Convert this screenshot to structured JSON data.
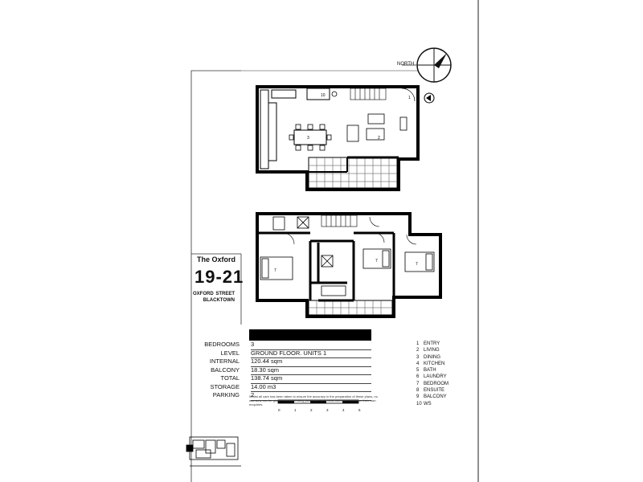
{
  "building": {
    "name": "The Oxford",
    "number": "19-21",
    "street_word1": "OXFORD",
    "street_word2": "STREET",
    "suburb": "BLACKTOWN"
  },
  "north_label": "NORTH",
  "specs": [
    {
      "label": "BEDROOMS",
      "value": "3"
    },
    {
      "label": "LEVEL",
      "value": "GROUND FLOOR. UNITS 1"
    },
    {
      "label": "INTERNAL",
      "value": "120.44 sqm"
    },
    {
      "label": "BALCONY",
      "value": "18.30 sqm"
    },
    {
      "label": "TOTAL",
      "value": "138.74 sqm"
    },
    {
      "label": "STORAGE",
      "value": "14.00 m3"
    },
    {
      "label": "PARKING",
      "value": "2"
    }
  ],
  "legend": [
    {
      "num": "1",
      "label": "ENTRY"
    },
    {
      "num": "2",
      "label": "LIVING"
    },
    {
      "num": "3",
      "label": "DINING"
    },
    {
      "num": "4",
      "label": "KITCHEN"
    },
    {
      "num": "5",
      "label": "BATH"
    },
    {
      "num": "6",
      "label": "LAUNDRY"
    },
    {
      "num": "7",
      "label": "BEDROOM"
    },
    {
      "num": "8",
      "label": "ENSUITE"
    },
    {
      "num": "9",
      "label": "BALCONY"
    },
    {
      "num": "10",
      "label": "WS"
    }
  ],
  "note": "Whilst all care has been taken to ensure the accuracy in the preparation of these plans, no warranty can be given to any intending purchaser who must therefore rely upon their own enquiries.",
  "scale_ticks": [
    "0",
    "1",
    "2",
    "3",
    "4",
    "5"
  ],
  "room_labels": {
    "upper_dining": "3",
    "upper_living": "2",
    "upper_entry": "1",
    "upper_ws": "10",
    "lower_bed1": "7",
    "lower_bed2": "7",
    "lower_bed3": "7"
  }
}
